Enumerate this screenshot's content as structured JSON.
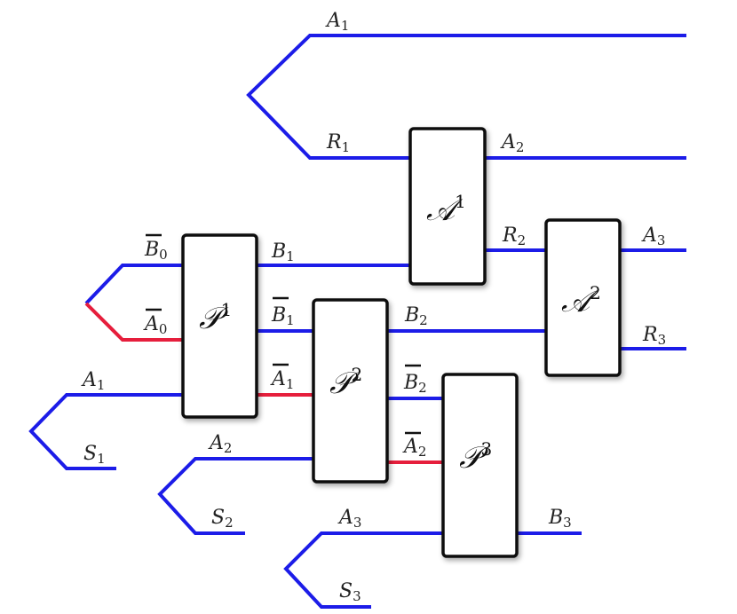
{
  "colors": {
    "wire": "#1c1ce8",
    "negated_wire": "#e61e3c",
    "box_border": "#111111"
  },
  "boxes": {
    "A1": {
      "base": "𝒜",
      "sup": "1"
    },
    "A2": {
      "base": "𝒜",
      "sup": "2"
    },
    "P1": {
      "base": "𝒫",
      "sup": "1"
    },
    "P2": {
      "base": "𝒫",
      "sup": "2"
    },
    "P3": {
      "base": "𝒫",
      "sup": "3"
    }
  },
  "labels": {
    "top_A1": {
      "base": "A",
      "sub": "1"
    },
    "top_R1": {
      "base": "R",
      "sub": "1"
    },
    "A2_out": {
      "base": "A",
      "sub": "2"
    },
    "R2": {
      "base": "R",
      "sub": "2"
    },
    "A3_out": {
      "base": "A",
      "sub": "3"
    },
    "R3": {
      "base": "R",
      "sub": "3"
    },
    "B0bar": {
      "base": "B",
      "sub": "0"
    },
    "A0bar": {
      "base": "A",
      "sub": "0"
    },
    "B1": {
      "base": "B",
      "sub": "1"
    },
    "B1bar": {
      "base": "B",
      "sub": "1"
    },
    "A1bar": {
      "base": "A",
      "sub": "1"
    },
    "B2": {
      "base": "B",
      "sub": "2"
    },
    "B2bar": {
      "base": "B",
      "sub": "2"
    },
    "A2bar": {
      "base": "A",
      "sub": "2"
    },
    "left_A1": {
      "base": "A",
      "sub": "1"
    },
    "S1": {
      "base": "S",
      "sub": "1"
    },
    "left_A2": {
      "base": "A",
      "sub": "2"
    },
    "S2": {
      "base": "S",
      "sub": "2"
    },
    "left_A3": {
      "base": "A",
      "sub": "3"
    },
    "S3": {
      "base": "S",
      "sub": "3"
    },
    "B3": {
      "base": "B",
      "sub": "3"
    }
  }
}
